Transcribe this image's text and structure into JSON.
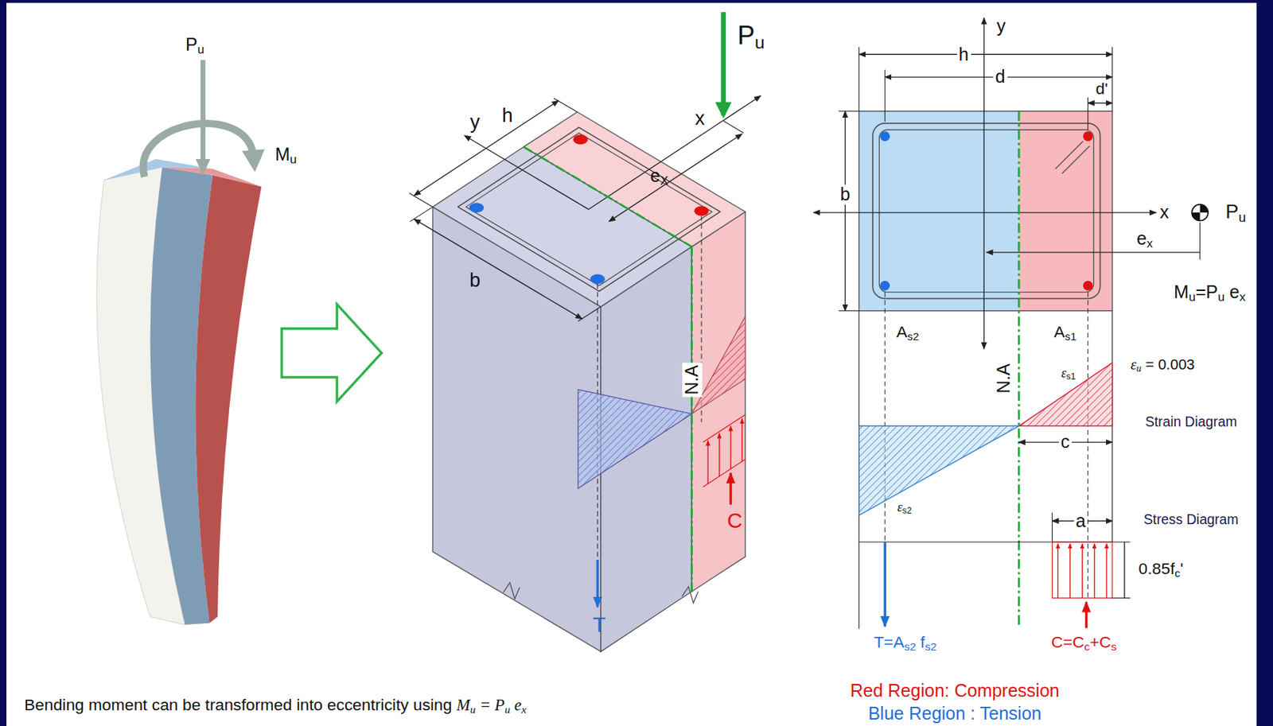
{
  "diagram": {
    "labels": [
      "Pu",
      "Mu",
      "Pu",
      "y",
      "h",
      "x",
      "eX",
      "b",
      "N.A",
      "T",
      "C",
      "y",
      "h",
      "d",
      "d'",
      "b",
      "x",
      "Pu",
      "ex",
      "Mu=Pu ex",
      "As2",
      "As1",
      "N.A",
      "εu = 0.003",
      "εs1",
      "Strain Diagram",
      "c",
      "εs2",
      "Stress Diagram",
      "a",
      "0.85fc'",
      "T=As2 fs2",
      "C=Cc+Cs",
      "Red Region: Compression",
      "Blue Region : Tension",
      "Bending moment can be transformed into eccentricity using Mu = Pu ex"
    ]
  }
}
